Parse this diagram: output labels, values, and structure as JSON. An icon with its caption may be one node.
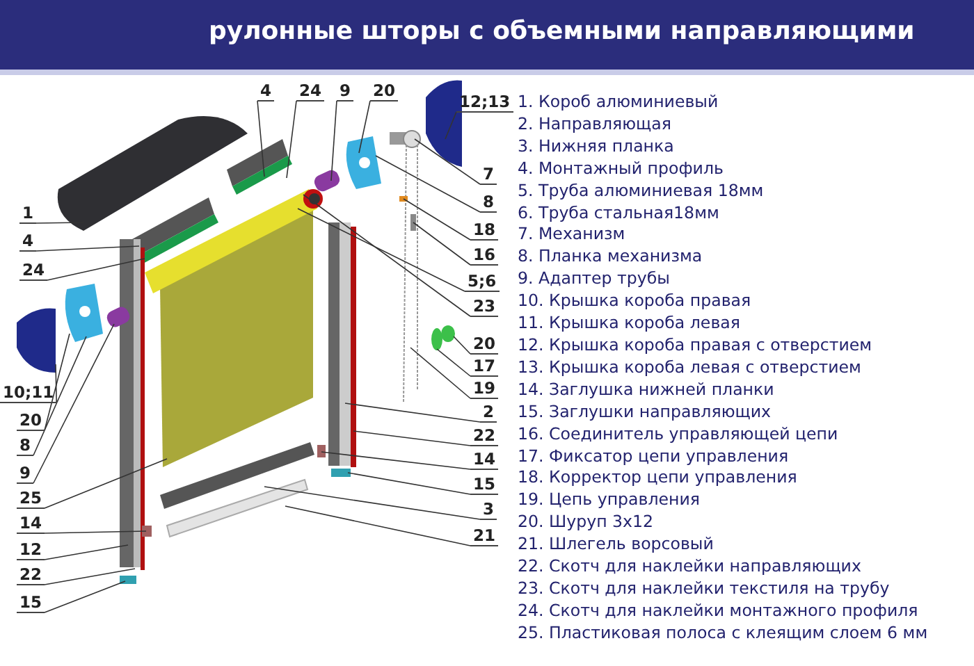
{
  "diagram": {
    "title": "рулонные шторы с объемными направляющими",
    "nodes": [
      {
        "text": [
          "4"
        ]
      },
      {
        "text": [
          "24"
        ]
      },
      {
        "text": [
          "9"
        ]
      },
      {
        "text": [
          "20"
        ]
      },
      {
        "text": [
          "12;13"
        ]
      },
      {
        "text": [
          "7"
        ]
      },
      {
        "text": [
          "8"
        ]
      },
      {
        "text": [
          "18"
        ]
      },
      {
        "text": [
          "16"
        ]
      },
      {
        "text": [
          "5;6"
        ]
      },
      {
        "text": [
          "23"
        ]
      },
      {
        "text": [
          "20"
        ]
      },
      {
        "text": [
          "17"
        ]
      },
      {
        "text": [
          "19"
        ]
      },
      {
        "text": [
          "2"
        ]
      },
      {
        "text": [
          "22"
        ]
      },
      {
        "text": [
          "14"
        ]
      },
      {
        "text": [
          "15"
        ]
      },
      {
        "text": [
          "3"
        ]
      },
      {
        "text": [
          "21"
        ]
      },
      {
        "text": [
          "1"
        ]
      },
      {
        "text": [
          "4"
        ]
      },
      {
        "text": [
          "24"
        ]
      },
      {
        "text": [
          "10;11"
        ]
      },
      {
        "text": [
          "20"
        ]
      },
      {
        "text": [
          "8"
        ]
      },
      {
        "text": [
          "9"
        ]
      },
      {
        "text": [
          "25"
        ]
      },
      {
        "text": [
          "14"
        ]
      },
      {
        "text": [
          "12"
        ]
      },
      {
        "text": [
          "22"
        ]
      },
      {
        "text": [
          "15"
        ]
      }
    ],
    "edges": [
      {
        "from": 0,
        "to": null,
        "arrow": "none"
      },
      {
        "from": 1,
        "to": null,
        "arrow": "none"
      },
      {
        "from": 2,
        "to": null,
        "arrow": "none"
      },
      {
        "from": 3,
        "to": null,
        "arrow": "none"
      },
      {
        "from": 4,
        "to": null,
        "arrow": "none"
      },
      {
        "from": 5,
        "to": null,
        "arrow": "none"
      },
      {
        "from": 6,
        "to": null,
        "arrow": "none"
      },
      {
        "from": 7,
        "to": null,
        "arrow": "none"
      },
      {
        "from": 8,
        "to": null,
        "arrow": "none"
      },
      {
        "from": 9,
        "to": null,
        "arrow": "none"
      },
      {
        "from": 10,
        "to": null,
        "arrow": "none"
      },
      {
        "from": 11,
        "to": null,
        "arrow": "none"
      },
      {
        "from": 12,
        "to": null,
        "arrow": "none"
      },
      {
        "from": 13,
        "to": null,
        "arrow": "none"
      },
      {
        "from": 14,
        "to": null,
        "arrow": "none"
      },
      {
        "from": 15,
        "to": null,
        "arrow": "none"
      },
      {
        "from": 16,
        "to": null,
        "arrow": "none"
      },
      {
        "from": 17,
        "to": null,
        "arrow": "none"
      },
      {
        "from": 18,
        "to": null,
        "arrow": "none"
      },
      {
        "from": 19,
        "to": null,
        "arrow": "none"
      },
      {
        "from": 20,
        "to": null,
        "arrow": "none"
      },
      {
        "from": 21,
        "to": null,
        "arrow": "none"
      },
      {
        "from": 22,
        "to": null,
        "arrow": "none"
      },
      {
        "from": 23,
        "to": null,
        "arrow": "none"
      },
      {
        "from": 24,
        "to": null,
        "arrow": "none"
      },
      {
        "from": 25,
        "to": null,
        "arrow": "none"
      },
      {
        "from": 26,
        "to": null,
        "arrow": "none"
      },
      {
        "from": 27,
        "to": null,
        "arrow": "none"
      },
      {
        "from": 28,
        "to": null,
        "arrow": "none"
      },
      {
        "from": 29,
        "to": null,
        "arrow": "none"
      },
      {
        "from": 30,
        "to": null,
        "arrow": "none"
      },
      {
        "from": 31,
        "to": null,
        "arrow": "none"
      }
    ],
    "labels": [
      "1. Короб алюминиевый",
      "2. Направляющая",
      "3. Нижняя планка",
      "4. Монтажный профиль",
      "5. Труба алюминиевая 18мм",
      "6. Труба стальная18мм",
      "7. Механизм",
      "8. Планка механизма",
      "9. Адаптер трубы",
      "10. Крышка короба правая",
      "11. Крышка короба левая",
      "12. Крышка короба правая с отверстием",
      "13. Крышка короба левая с отверстием",
      "14. Заглушка нижней планки",
      "15. Заглушки направляющих",
      "16. Соединитель управляющей цепи",
      "17. Фиксатор цепи управления",
      "18. Корректор цепи управления",
      "19. Цепь управления",
      "20. Шуруп 3x12",
      "21. Шлегель ворсовый",
      "22. Скотч для наклейки направляющих",
      "23. Скотч для наклейки текстиля на трубу",
      "24. Скотч для наклейки монтажного профиля",
      "25. Пластиковая полоса с клеящим слоем 6 мм"
    ]
  }
}
